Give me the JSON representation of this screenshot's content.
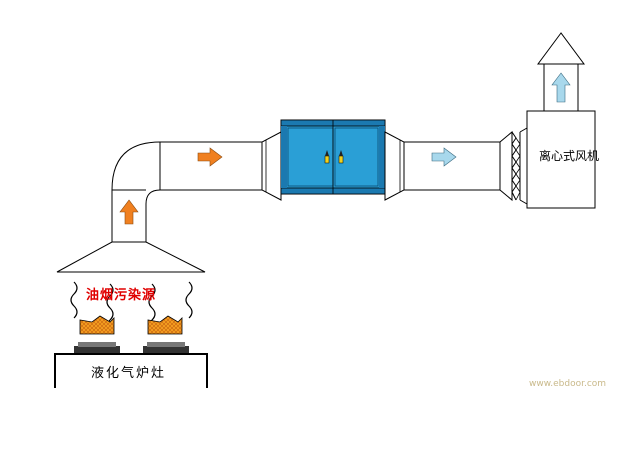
{
  "labels": {
    "pollution_source": "油烟污染源",
    "stove": "液化气炉灶",
    "fan": "离心式风机",
    "watermark": "www.ebdoor.com"
  },
  "colors": {
    "duct_fill": "#ffffff",
    "outline": "#000000",
    "purifier": "#2a9fd6",
    "purifier_dark": "#1b79b0",
    "arrow_hot": "#f08020",
    "arrow_clean": "#a8d8ec",
    "flame": "#f4a020",
    "label_red": "#e00000"
  },
  "icons": {
    "flow_arrow": "right-arrow-icon",
    "rise_arrow": "up-arrow-icon",
    "fume_wave": "smoke-wave-icon",
    "flame": "flame-icon"
  }
}
